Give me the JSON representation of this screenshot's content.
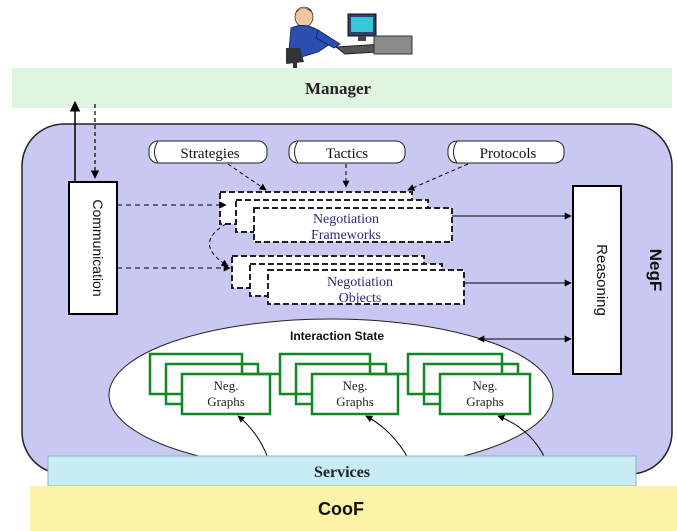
{
  "manager": {
    "label": "Manager"
  },
  "negf": {
    "label": "NegF"
  },
  "communication": {
    "label": "Communication"
  },
  "reasoning": {
    "label": "Reasoning"
  },
  "sources": {
    "strategies": "Strategies",
    "tactics": "Tactics",
    "protocols": "Protocols"
  },
  "frameworks": {
    "line1": "Negotiation",
    "line2": "Frameworks"
  },
  "objects": {
    "line1": "Negotiation",
    "line2": "Objects"
  },
  "interaction_state": {
    "label": "Interaction State"
  },
  "graphs": [
    {
      "line1": "Neg.",
      "line2": "Graphs"
    },
    {
      "line1": "Neg.",
      "line2": "Graphs"
    },
    {
      "line1": "Neg.",
      "line2": "Graphs"
    }
  ],
  "services": {
    "label": "Services"
  },
  "coof": {
    "label": "CooF"
  },
  "colors": {
    "manager_fill": "#dff5dd",
    "negf_fill": "#c9c8f2",
    "services_fill": "#c7ecf4",
    "coof_fill": "#fbf3a8",
    "graph_stroke": "#118822",
    "box_text": "#2a2a7a"
  },
  "icons": {
    "user": "user-at-computer-icon"
  }
}
